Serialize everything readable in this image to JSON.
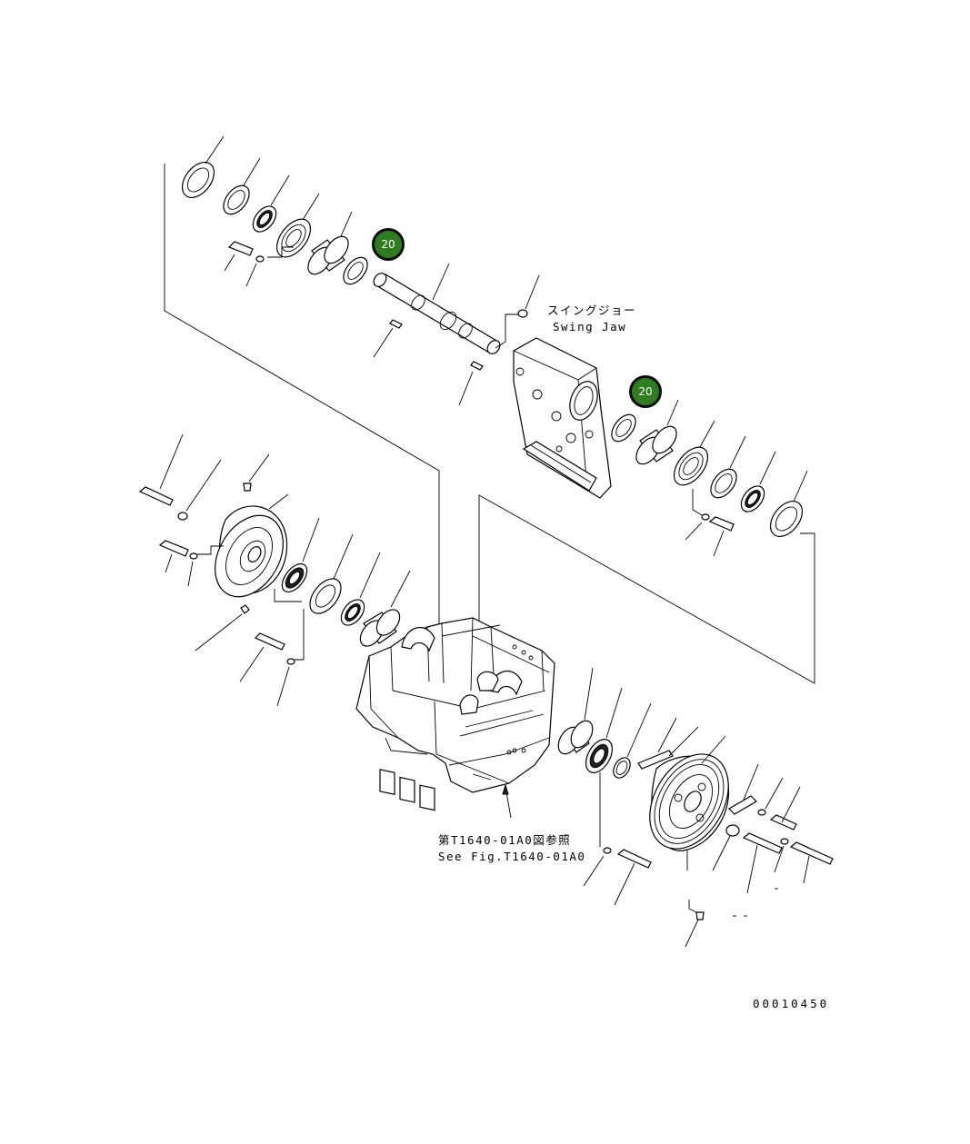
{
  "diagram": {
    "swing_jaw_label_jp": "スイングジョー",
    "swing_jaw_label_en": "Swing Jaw",
    "ref_label_jp": "第T1640-01A0図参照",
    "ref_label_en": "See Fig.T1640-01A0",
    "drawing_number": "00010450",
    "callouts": [
      "20",
      "20"
    ],
    "callout_color": "#2e7d1e"
  }
}
